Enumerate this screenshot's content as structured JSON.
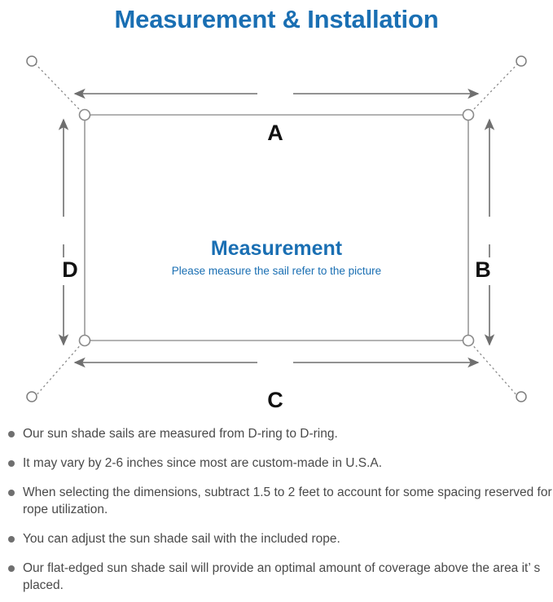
{
  "page": {
    "title": "Measurement & Installation",
    "title_color": "#1a6fb3",
    "background": "#ffffff"
  },
  "diagram": {
    "type": "measurement-diagram",
    "center_title": "Measurement",
    "center_subtitle": "Please measure the sail refer to the picture",
    "center_text_color": "#1a6fb3",
    "line_color": "#6f6f6f",
    "shape": "rectangle",
    "dimension_labels": [
      {
        "id": "a",
        "label": "A",
        "edge": "top",
        "orientation": "horizontal"
      },
      {
        "id": "b",
        "label": "B",
        "edge": "right",
        "orientation": "vertical"
      },
      {
        "id": "c",
        "label": "C",
        "edge": "bottom",
        "orientation": "horizontal"
      },
      {
        "id": "d",
        "label": "D",
        "edge": "left",
        "orientation": "vertical"
      }
    ],
    "corner_rings": [
      {
        "id": "top-left",
        "type": "d-ring"
      },
      {
        "id": "top-right",
        "type": "d-ring"
      },
      {
        "id": "bottom-left",
        "type": "d-ring"
      },
      {
        "id": "bottom-right",
        "type": "d-ring"
      }
    ],
    "anchor_points": [
      {
        "id": "anchor-top-left",
        "type": "anchor-circle"
      },
      {
        "id": "anchor-top-right",
        "type": "anchor-circle"
      },
      {
        "id": "anchor-bottom-left",
        "type": "anchor-circle"
      },
      {
        "id": "anchor-bottom-right",
        "type": "anchor-circle"
      }
    ]
  },
  "notes": [
    "Our sun shade sails are measured from D-ring to D-ring.",
    "It may vary by 2-6 inches since most are custom-made in U.S.A.",
    "When selecting the dimensions, subtract 1.5 to 2 feet to account for some spacing reserved for rope utilization.",
    "You can adjust the sun shade sail with the included rope.",
    "Our flat-edged sun shade sail will provide an optimal amount of coverage above the area it’ s placed."
  ]
}
